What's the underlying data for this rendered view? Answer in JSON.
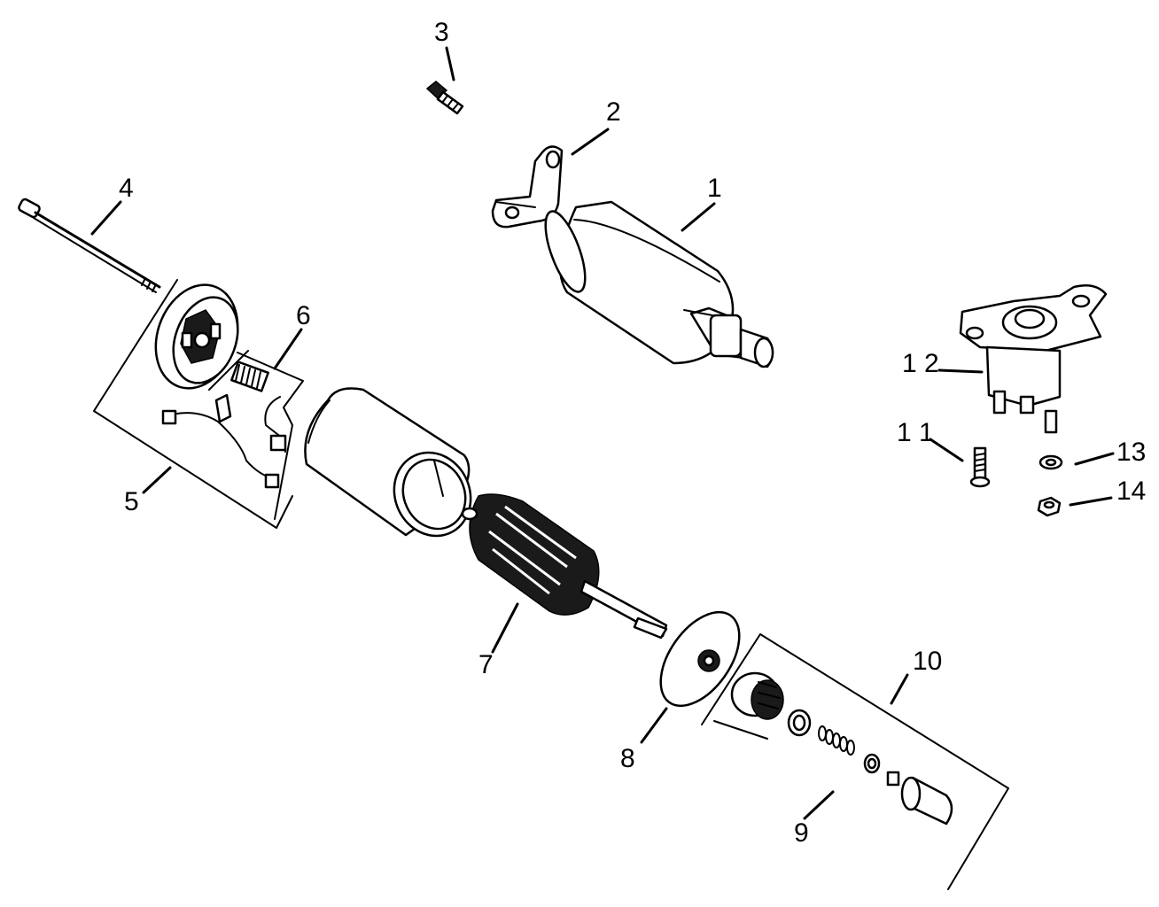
{
  "callouts": {
    "c1": "1",
    "c2": "2",
    "c3": "3",
    "c4": "4",
    "c5": "5",
    "c6": "6",
    "c7": "7",
    "c8": "8",
    "c9": "9",
    "c10": "10",
    "c11": "1 1",
    "c12": "1 2",
    "c13": "13",
    "c14": "14"
  }
}
